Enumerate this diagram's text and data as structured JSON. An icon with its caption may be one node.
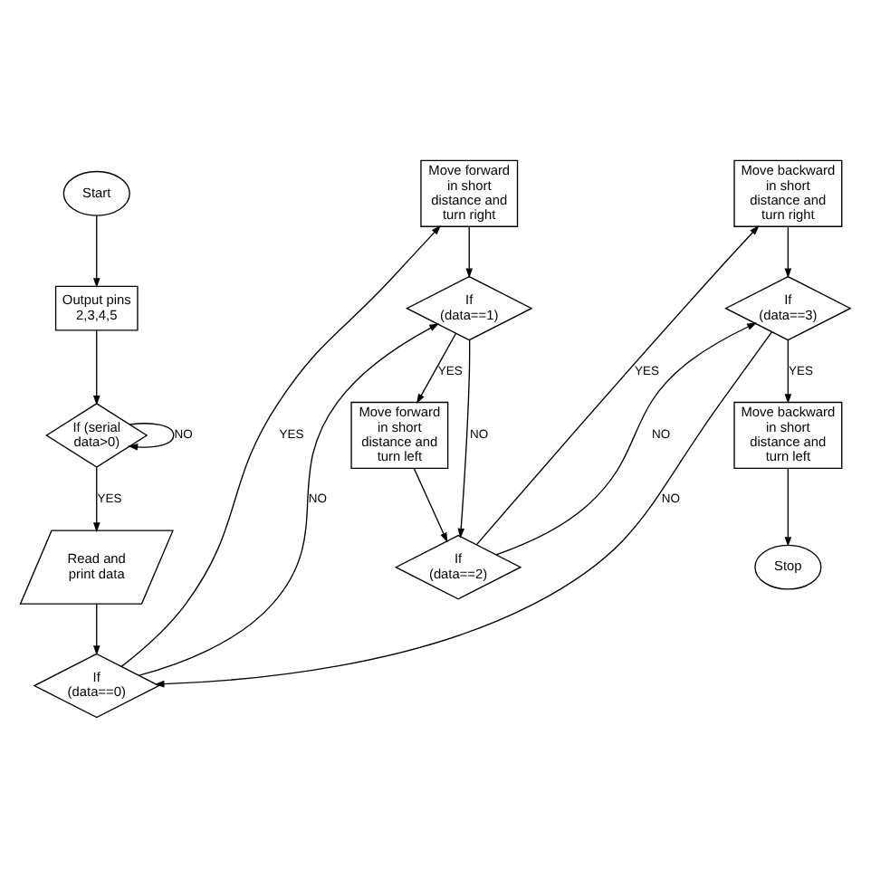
{
  "diagram": {
    "nodes": [
      {
        "text": [
          "Start"
        ]
      },
      {
        "text": [
          "Output pins 2,3,4,5"
        ]
      },
      {
        "text": [
          "If (serial data>0)"
        ]
      },
      {
        "text": [
          "Read and print data"
        ]
      },
      {
        "text": [
          "If (data==0)"
        ]
      },
      {
        "text": [
          "Move forward in short distance and turn right"
        ]
      },
      {
        "text": [
          "If (data==1)"
        ]
      },
      {
        "text": [
          "Move forward in short distance and turn left"
        ]
      },
      {
        "text": [
          "If (data==2)"
        ]
      },
      {
        "text": [
          "Move backward in short distance and turn right"
        ]
      },
      {
        "text": [
          "If (data==3)"
        ]
      },
      {
        "text": [
          "Move backward in short distance and turn left"
        ]
      },
      {
        "text": [
          "Stop"
        ]
      }
    ],
    "edges": [
      {
        "from": 0,
        "to": 1,
        "arrow": "to"
      },
      {
        "from": 1,
        "to": 2,
        "arrow": "to"
      },
      {
        "from": 2,
        "to": 2,
        "arrow": "to",
        "label": "NO"
      },
      {
        "from": 2,
        "to": 3,
        "arrow": "to",
        "label": "YES"
      },
      {
        "from": 3,
        "to": 4,
        "arrow": "to"
      },
      {
        "from": 4,
        "to": 5,
        "arrow": "to",
        "label": "YES"
      },
      {
        "from": 4,
        "to": 6,
        "arrow": "to",
        "label": "NO"
      },
      {
        "from": 5,
        "to": 6,
        "arrow": "to"
      },
      {
        "from": 6,
        "to": 7,
        "arrow": "to",
        "label": "YES"
      },
      {
        "from": 6,
        "to": 8,
        "arrow": "to",
        "label": "NO"
      },
      {
        "from": 7,
        "to": 8,
        "arrow": "to"
      },
      {
        "from": 8,
        "to": 9,
        "arrow": "to",
        "label": "YES"
      },
      {
        "from": 8,
        "to": 10,
        "arrow": "to",
        "label": "NO"
      },
      {
        "from": 9,
        "to": 10,
        "arrow": "to"
      },
      {
        "from": 10,
        "to": 11,
        "arrow": "to",
        "label": "YES"
      },
      {
        "from": 10,
        "to": 4,
        "arrow": "to",
        "label": "NO"
      },
      {
        "from": 11,
        "to": 12,
        "arrow": "to"
      }
    ]
  }
}
